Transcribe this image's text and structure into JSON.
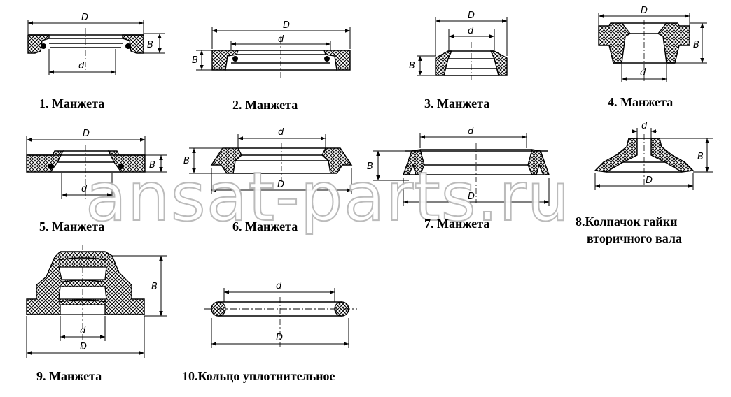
{
  "watermark": "ansat-parts.ru",
  "dims": {
    "D": "D",
    "d": "d",
    "B": "B"
  },
  "parts": [
    {
      "num": "1.",
      "name": "Манжета"
    },
    {
      "num": "2.",
      "name": "Манжета"
    },
    {
      "num": "3.",
      "name": "Манжета"
    },
    {
      "num": "4.",
      "name": "Манжета"
    },
    {
      "num": "5.",
      "name": "Манжета"
    },
    {
      "num": "6.",
      "name": "Манжета"
    },
    {
      "num": "7.",
      "name": "Манжета"
    },
    {
      "num": "8.",
      "name": "Колпачок гайки",
      "name2": "вторичного вала"
    },
    {
      "num": "9.",
      "name": "Манжета"
    },
    {
      "num": "10.",
      "name": "Кольцо уплотнительное"
    }
  ]
}
